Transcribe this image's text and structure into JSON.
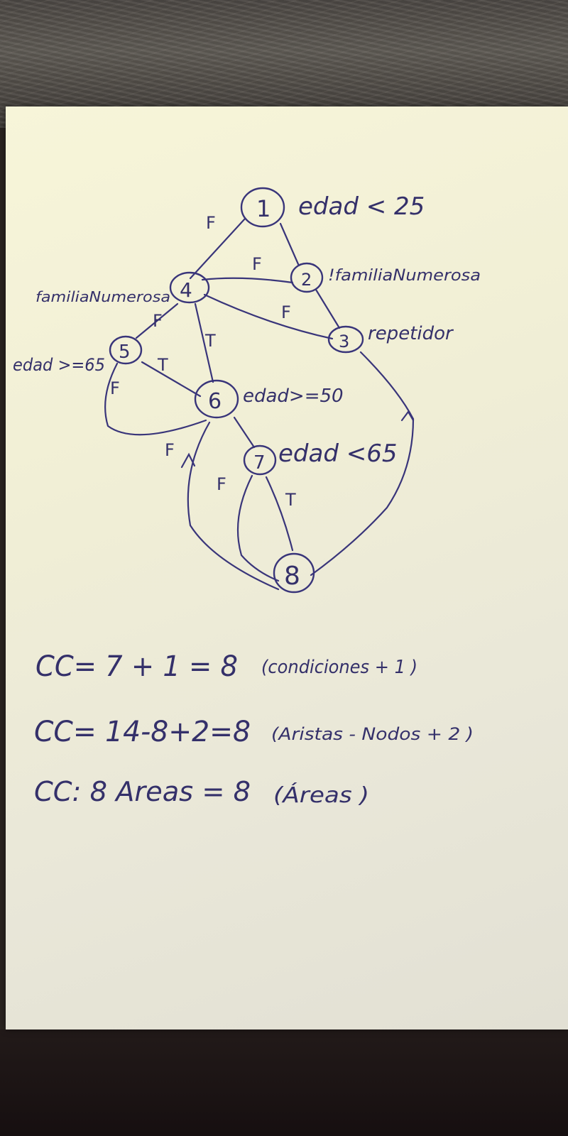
{
  "nodes": [
    {
      "id": "1",
      "condition": "edad < 25"
    },
    {
      "id": "2",
      "condition": "!familiaNumerosa"
    },
    {
      "id": "3",
      "condition": "repetidor"
    },
    {
      "id": "4",
      "condition": "familiaNumerosa"
    },
    {
      "id": "5",
      "condition": "edad >=65"
    },
    {
      "id": "6",
      "condition": "edad>=50"
    },
    {
      "id": "7",
      "condition": "edad <65"
    },
    {
      "id": "8",
      "condition": ""
    }
  ],
  "edge_labels": {
    "e1_4": "F",
    "e2_4": "F",
    "e4_3": "F",
    "e4_5": "F",
    "e4_6": "T",
    "e5_6": "T",
    "e5_loop": "F",
    "e6_8": "F",
    "e7_8_f": "F",
    "e7_8_t": "T"
  },
  "formulas": {
    "line1": {
      "expr": "CC= 7 + 1 = 8",
      "note": "(condiciones + 1 )"
    },
    "line2": {
      "expr": "CC= 14-8+2=8",
      "note": "(Aristas - Nodos + 2 )"
    },
    "line3": {
      "expr": "CC: 8 Areas = 8",
      "note": "(Áreas )"
    }
  }
}
